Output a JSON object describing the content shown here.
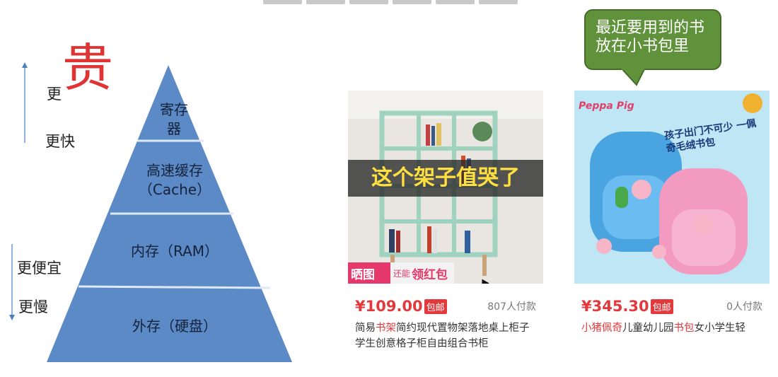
{
  "labels": {
    "more": "更",
    "expensive": "贵",
    "faster": "更快",
    "cheaper": "更便宜",
    "slower": "更慢"
  },
  "pyramid": {
    "levels": [
      {
        "line1": "寄存",
        "line2": "器"
      },
      {
        "line1": "高速缓存",
        "line2": "（Cache）"
      },
      {
        "line1": "内存（RAM）",
        "line2": ""
      },
      {
        "line1": "外存（硬盘）",
        "line2": ""
      }
    ],
    "fill": "#5b8ac7",
    "divider": "#dfe8f4"
  },
  "bubble": {
    "line1": "最近要用到的书",
    "line2": "放在小书包里",
    "color": "#5f923a"
  },
  "products": [
    {
      "banner": "这个架子值哭了",
      "promo_left": "晒图",
      "promo_mid": "还能",
      "promo_right": "领红包",
      "price": "¥109.00",
      "baoyou": "包邮",
      "sales": "807人付款",
      "desc_parts": [
        "简易",
        "书架",
        "简约现代置物架落地桌上柜子学生创意格子柜自由组合书柜"
      ]
    },
    {
      "brand": "Peppa Pig",
      "bag_text": "孩子出门不可少 一佩奇毛绒书包",
      "price": "¥345.30",
      "baoyou": "包邮",
      "sales": "0人付款",
      "desc_parts": [
        "小猪佩奇",
        "儿童幼儿园",
        "书包",
        "女小学生轻"
      ]
    }
  ]
}
